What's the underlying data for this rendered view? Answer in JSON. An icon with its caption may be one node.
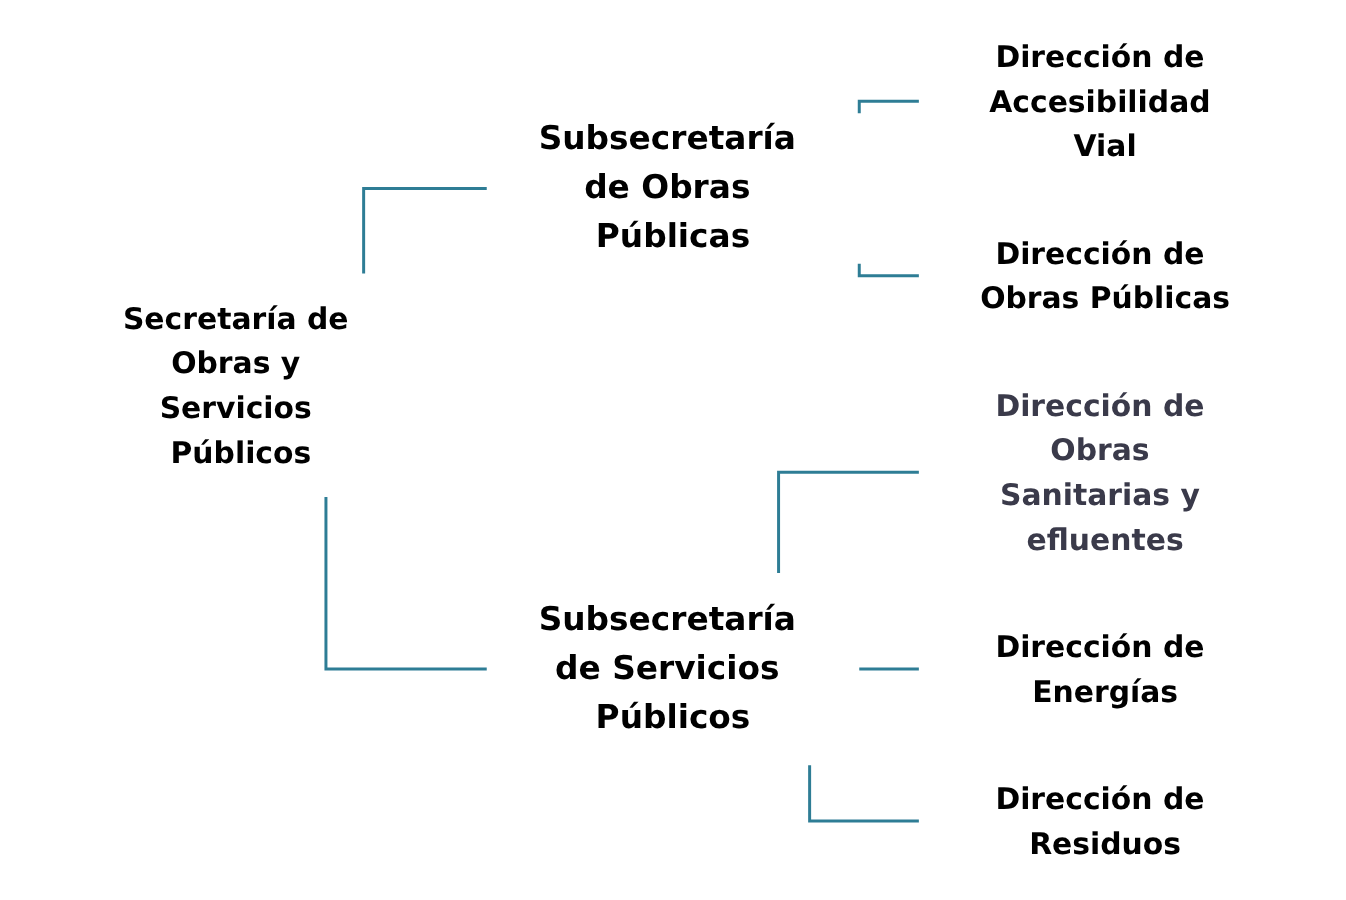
{
  "diagram": {
    "nodes": [
      {
        "text": [
          "Secretaría de Obras y Servicios Públicos"
        ]
      },
      {
        "text": [
          "Subsecretaría de Obras Públicas"
        ]
      },
      {
        "text": [
          "Subsecretaría de Servicios Públicos"
        ]
      },
      {
        "text": [
          "Dirección de Accesibilidad Vial"
        ]
      },
      {
        "text": [
          "Dirección de Obras Públicas"
        ]
      },
      {
        "text": [
          "Dirección de Obras Sanitarias y efluentes"
        ]
      },
      {
        "text": [
          "Dirección de Energías"
        ]
      },
      {
        "text": [
          "Dirección de Residuos"
        ]
      }
    ],
    "edges": [
      {
        "from": 0,
        "to": 1,
        "arrow": "none"
      },
      {
        "from": 0,
        "to": 2,
        "arrow": "none"
      },
      {
        "from": 1,
        "to": 3,
        "arrow": "none"
      },
      {
        "from": 1,
        "to": 4,
        "arrow": "none"
      },
      {
        "from": 2,
        "to": 5,
        "arrow": "none"
      },
      {
        "from": 2,
        "to": 6,
        "arrow": "none"
      },
      {
        "from": 2,
        "to": 7,
        "arrow": "none"
      }
    ]
  }
}
